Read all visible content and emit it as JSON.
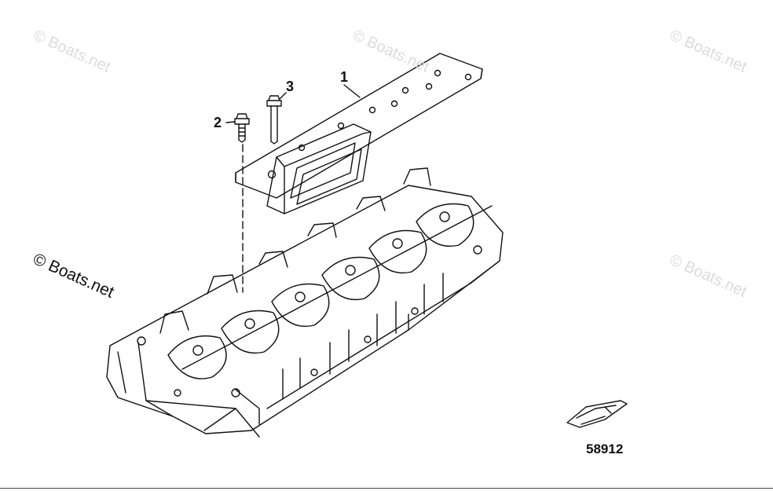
{
  "watermark": {
    "text": "© Boats.net"
  },
  "callouts": {
    "part_1": "1",
    "part_2": "2",
    "part_3": "3"
  },
  "reference_code": "58912",
  "colors": {
    "line": "#111111",
    "watermark": "#dcdcdc"
  }
}
